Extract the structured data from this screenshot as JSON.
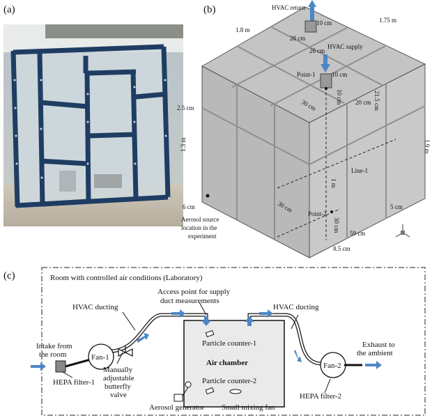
{
  "panels": {
    "a": "(a)",
    "b": "(b)",
    "c": "(c)"
  },
  "cube": {
    "hvac_return": "HVAC return",
    "hvac_supply": "HVAC supply",
    "dim_1_8": "1.8 m",
    "dim_1_75": "1.75 m",
    "dim_1_9": "1.9 m",
    "dim_1_3": "1.3 m",
    "dim_2_5": "2.5 cm",
    "dim_6": "6 cm",
    "dim_10_a": "10 cm",
    "dim_28": "28 cm",
    "dim_26": "26 cm",
    "dim_10_b": "10 cm",
    "dim_10_c": "10 cm",
    "dim_30_a": "30 cm",
    "dim_20": "20 cm",
    "dim_21_5": "21.5 cm",
    "dim_1m": "1 m",
    "dim_30_b": "30 cm",
    "dim_30_c": "30 cm",
    "dim_5": "5 cm",
    "dim_59": "59 cm",
    "dim_8_5": "8.5 cm",
    "point1": "Point-1",
    "point2": "Point-2",
    "line1": "Line-1",
    "aerosol_1": "Aerosol source",
    "aerosol_2": "location in the",
    "aerosol_3": "experiment"
  },
  "schematic": {
    "room": "Room with controlled air conditions (Laboratory)",
    "access_1": "Access point for supply",
    "access_2": "duct measurements",
    "hvac_duct_left": "HVAC ducting",
    "hvac_duct_right": "HVAC ducting",
    "intake_1": "Intake from",
    "intake_2": "the room",
    "fan1": "Fan-1",
    "fan2": "Fan-2",
    "valve_1": "Manually",
    "valve_2": "adjustable",
    "valve_3": "butterfly",
    "valve_4": "valve",
    "hepa1": "HEPA filter-1",
    "hepa2": "HEPA filter-2",
    "exhaust_1": "Exhaust to",
    "exhaust_2": "the ambient",
    "pc1": "Particle counter-1",
    "pc2": "Particle counter-2",
    "chamber": "Air chamber",
    "aerosol_gen": "Aerosol generator",
    "mixing_fan": "Small mixing fan"
  }
}
